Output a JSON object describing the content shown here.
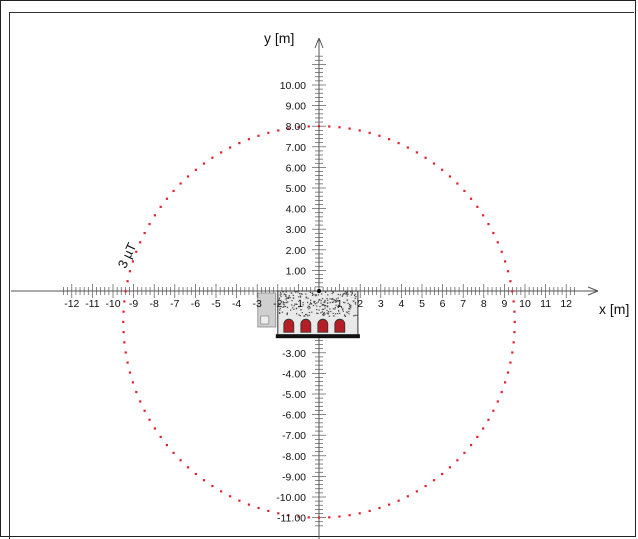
{
  "chart_data": {
    "type": "scatter",
    "x_axis": {
      "label": "x [m]",
      "range": [
        -12.5,
        12.5
      ],
      "ticks": [
        "-12",
        "-11",
        "-10",
        "-9",
        "-8",
        "-7",
        "-6",
        "-5",
        "-4",
        "-3",
        "-2",
        "-1",
        "1",
        "2",
        "3",
        "4",
        "5",
        "6",
        "7",
        "8",
        "9",
        "10",
        "11",
        "12"
      ]
    },
    "y_axis": {
      "label": "y [m]",
      "range": [
        -11.5,
        11.5
      ],
      "ticks": [
        "10.00",
        "9.00",
        "8.00",
        "7.00",
        "6.00",
        "5.00",
        "4.00",
        "3.00",
        "2.00",
        "1.00",
        "-3.00",
        "-4.00",
        "-5.00",
        "-6.00",
        "-7.00",
        "-8.00",
        "-9.00",
        "-10.00",
        "-11.00"
      ]
    },
    "contour": {
      "label": "3 µT",
      "color": "#e0202a",
      "center": [
        0,
        -1.5
      ],
      "radius": 9.5,
      "points": 120
    },
    "source": {
      "name": "substation-icon",
      "x_range": [
        -2,
        1.5
      ],
      "y_range": [
        -2,
        0
      ]
    },
    "grid": false
  }
}
